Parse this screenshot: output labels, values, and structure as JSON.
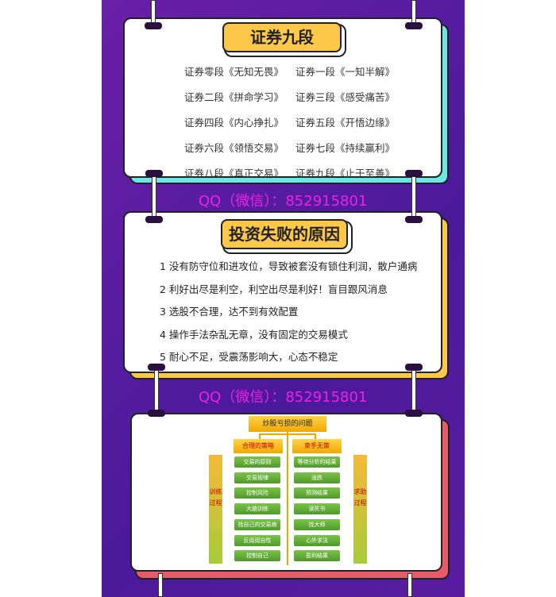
{
  "section1": {
    "title": "证券九段",
    "levels": [
      "证券零段《无知无畏》",
      "证券一段《一知半解》",
      "证券二段《拼命学习》",
      "证券三段《感受痛苦》",
      "证券四段《内心挣扎》",
      "证券五段《开悟边缘》",
      "证券六段《领悟交易》",
      "证券七段《持续赢利》",
      "证券八段《真正交易》",
      "证券九段《止于至善》"
    ]
  },
  "section2": {
    "title": "投资失败的原因",
    "reasons": [
      "1 没有防守位和进攻位，导致被套没有锁住利润，散户通病",
      "2 利好出尽是利空，利空出尽是利好！盲目跟风消息",
      "3 选股不合理，达不到有效配置",
      "4 操作手法杂乱无章，没有固定的交易模式",
      "5 耐心不足，受震荡影响大，心态不稳定"
    ]
  },
  "section3": {
    "title": "炒股亏损的问题",
    "left_header": "合理的策略",
    "right_header": "束手无策",
    "left_side": "训练过程",
    "right_side": "求助过程",
    "left_items": [
      "交易的原则",
      "交易规律",
      "控制风险",
      "大脑训练",
      "找自己的交易病",
      "反阅阅自性",
      "控制自己"
    ],
    "right_items": [
      "等待分析的结果",
      "涨跌",
      "预测结果",
      "读死书",
      "找大师",
      "心外求法",
      "盈利结果"
    ]
  },
  "watermark": "QQ（微信）：852915801",
  "colors": {
    "accent": "#fcc84a",
    "purple": "#5a1ca0",
    "watermark": "#ff22ee"
  }
}
